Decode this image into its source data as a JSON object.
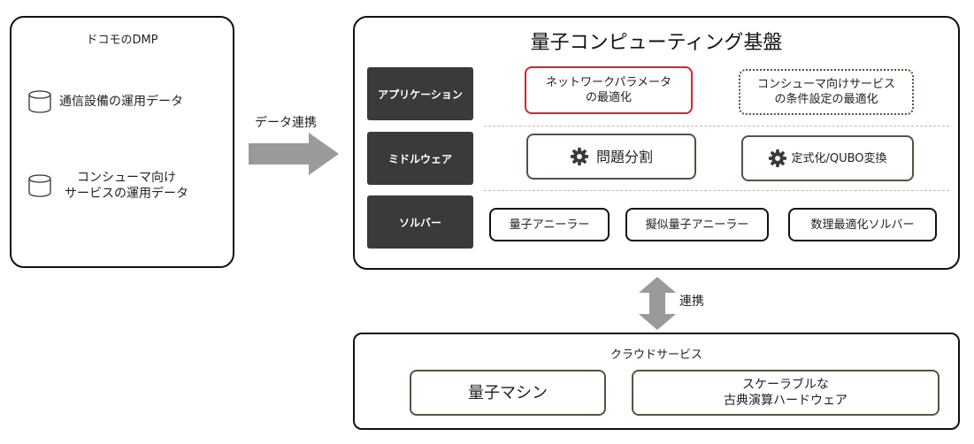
{
  "dmp": {
    "title": "ドコモのDMP",
    "items": [
      {
        "label": "通信設備の運用データ",
        "icon": "database-icon"
      },
      {
        "label_line1": "コンシューマ向け",
        "label_line2": "サービスの運用データ",
        "icon": "database-icon"
      }
    ]
  },
  "flow": {
    "label": "データ連携"
  },
  "platform": {
    "title": "量子コンピューティング基盤",
    "layers": [
      {
        "label": "アプリケーション"
      },
      {
        "label": "ミドルウェア"
      },
      {
        "label": "ソルバー"
      }
    ],
    "application_boxes": [
      {
        "line1": "ネットワークパラメータ",
        "line2": "の最適化",
        "style": "highlighted"
      },
      {
        "line1": "コンシューマ向けサービス",
        "line2": "の条件設定の最適化",
        "style": "dotted"
      }
    ],
    "middleware_boxes": [
      {
        "label": "問題分割",
        "icon": "gear-icon"
      },
      {
        "label": "定式化/QUBO変換",
        "icon": "gear-icon"
      }
    ],
    "solver_boxes": [
      {
        "label": "量子アニーラー"
      },
      {
        "label": "擬似量子アニーラー"
      },
      {
        "label": "数理最適化ソルバー"
      }
    ]
  },
  "link": {
    "label": "連携"
  },
  "cloud": {
    "title": "クラウドサービス",
    "boxes": [
      {
        "label": "量子マシン"
      },
      {
        "line1": "スケーラブルな",
        "line2": "古典演算ハードウェア"
      }
    ]
  },
  "colors": {
    "layer_fill": "#3a3a3a",
    "highlight_border": "#d0262e",
    "olive_border": "#5a5040",
    "arrow_gray": "#9a9a9a"
  }
}
